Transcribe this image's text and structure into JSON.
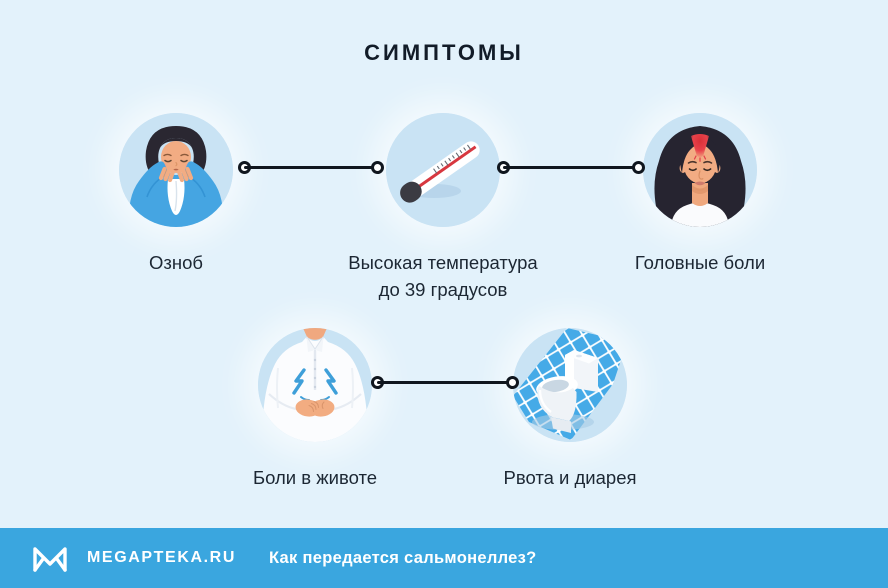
{
  "title": "СИМПТОМЫ",
  "colors": {
    "background": "#E3F2FB",
    "circle_background": "#C9E3F4",
    "footer_background": "#3AA6DF",
    "text": "#1C2733",
    "connector": "#10161E",
    "illustration_blue": "#45A5E2",
    "illustration_red": "#E23B42",
    "tile_blue": "#45AAE7"
  },
  "symptoms": [
    {
      "label": "Озноб",
      "icon": "chills-person-illustration"
    },
    {
      "label": "Высокая температура",
      "label2": "до 39 градусов",
      "icon": "thermometer-illustration"
    },
    {
      "label": "Головные боли",
      "icon": "headache-woman-illustration"
    },
    {
      "label": "Боли в животе",
      "icon": "stomach-pain-illustration"
    },
    {
      "label": "Рвота и диарея",
      "icon": "toilet-illustration"
    }
  ],
  "footer": {
    "brand": "MEGAPTEKA.RU",
    "question": "Как передается сальмонеллез?",
    "logo": "megapteka-m-logo"
  }
}
